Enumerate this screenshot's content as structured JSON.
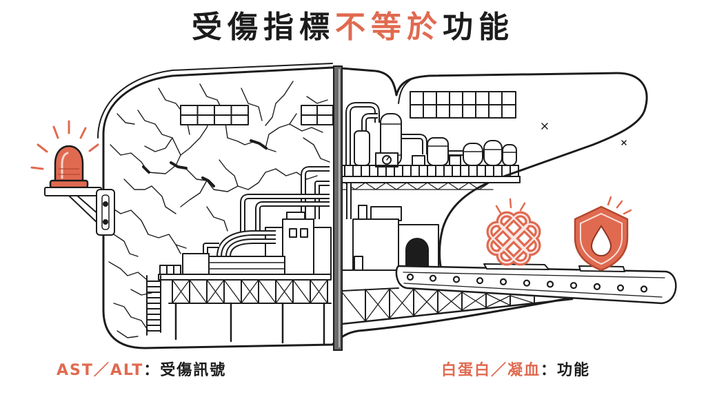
{
  "title": {
    "part1": "受傷指標",
    "part2": "不等於",
    "part3": "功能"
  },
  "labels": {
    "left": {
      "highlight": "AST／ALT",
      "rest": "：受傷訊號"
    },
    "right": {
      "highlight": "白蛋白／凝血",
      "rest": "：功能"
    }
  },
  "icons": [
    "alarm-siren-icon",
    "knot-icon",
    "shield-drop-icon"
  ],
  "colors": {
    "accent": "#e06a50",
    "ink": "#1c1c1c",
    "background": "#ffffff"
  }
}
